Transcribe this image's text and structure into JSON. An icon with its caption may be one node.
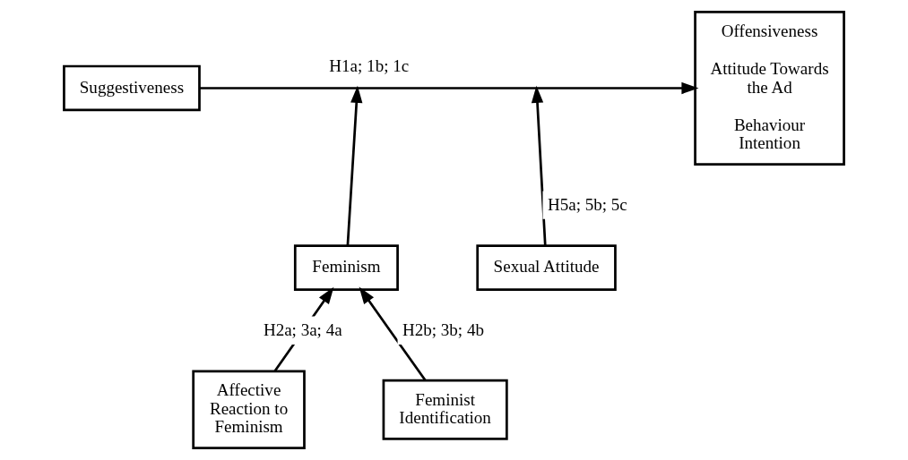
{
  "diagram": {
    "nodes": [
      {
        "text": [
          "Suggestiveness"
        ]
      },
      {
        "text": [
          "Offensiveness",
          "Attitude Towards the Ad",
          "Behaviour Intention"
        ]
      },
      {
        "text": [
          "Feminism"
        ]
      },
      {
        "text": [
          "Sexual Attitude"
        ]
      },
      {
        "text": [
          "Affective Reaction to Feminism"
        ]
      },
      {
        "text": [
          "Feminist Identification"
        ]
      }
    ],
    "edges": [
      {
        "from": 0,
        "to": 1,
        "arrow": "to",
        "label": "H1a; 1b; 1c"
      },
      {
        "from": 2,
        "to": null,
        "arrow": "to"
      },
      {
        "from": 3,
        "to": null,
        "arrow": "to",
        "label": "H5a; 5b; 5c"
      },
      {
        "from": 4,
        "to": 2,
        "arrow": "to",
        "label": "H2a; 3a; 4a"
      },
      {
        "from": 5,
        "to": 2,
        "arrow": "to",
        "label": "H2b; 3b; 4b"
      }
    ]
  }
}
